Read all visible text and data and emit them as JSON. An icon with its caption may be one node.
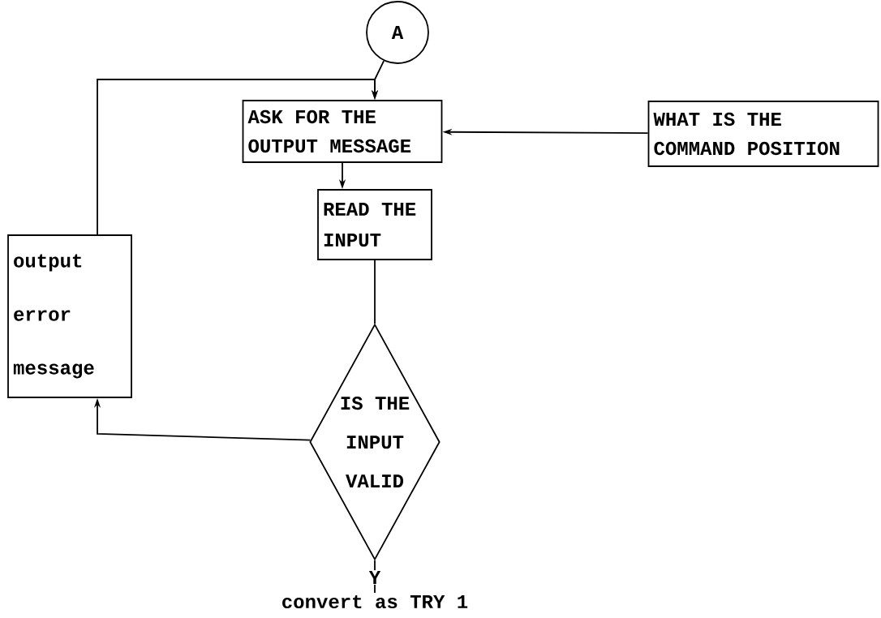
{
  "diagram": {
    "nodes": [
      {
        "text": [
          "A"
        ]
      },
      {
        "text": [
          "ASK FOR THE OUTPUT MESSAGE"
        ]
      },
      {
        "text": [
          "WHAT IS THE COMMAND POSITION"
        ]
      },
      {
        "text": [
          "READ THE INPUT"
        ]
      },
      {
        "text": [
          "output error message"
        ]
      },
      {
        "text": [
          "IS THE INPUT VALID"
        ]
      },
      {
        "text": [
          "convert as TRY 1"
        ]
      }
    ],
    "edges": [
      {
        "from": 0,
        "to": 1,
        "arrow": "to"
      },
      {
        "from": 4,
        "to": 1,
        "arrow": "to"
      },
      {
        "from": 2,
        "to": 1,
        "arrow": "to"
      },
      {
        "from": 1,
        "to": 3,
        "arrow": "to"
      },
      {
        "from": 3,
        "to": 5,
        "arrow": "none"
      },
      {
        "from": 5,
        "to": 4,
        "arrow": "to"
      },
      {
        "from": 5,
        "to": 6,
        "label": "Y",
        "arrow": "none"
      }
    ]
  }
}
